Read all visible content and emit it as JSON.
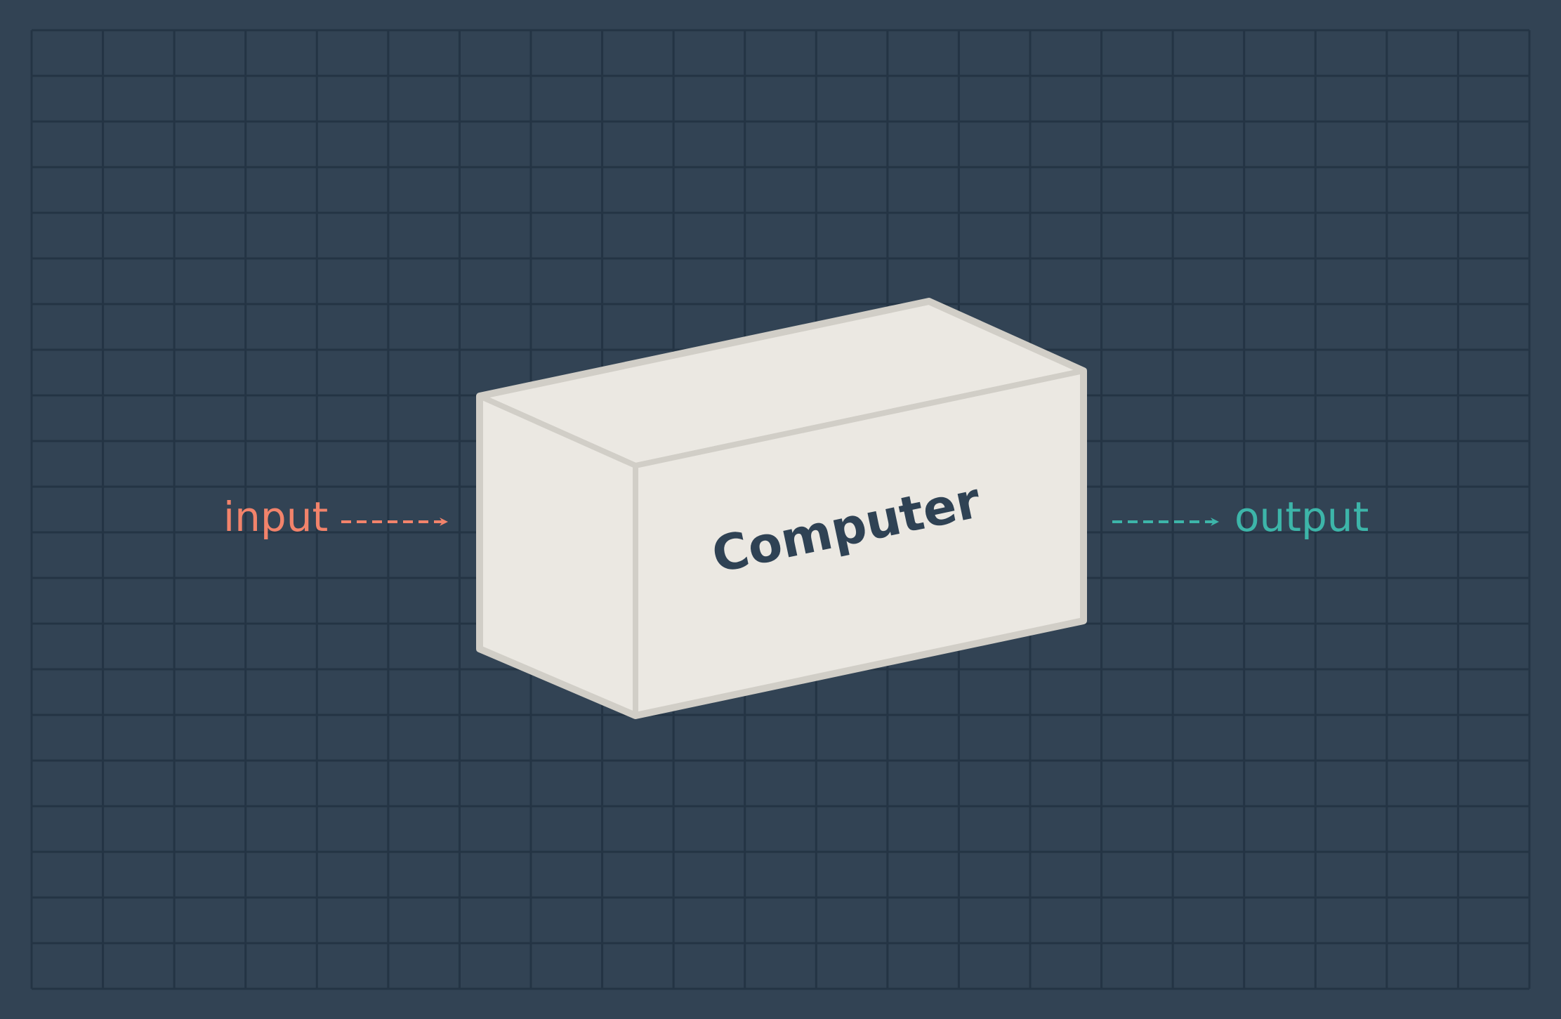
{
  "diagram": {
    "input_label": "input",
    "output_label": "output",
    "box_label": "Computer"
  },
  "colors": {
    "background": "#324354",
    "grid_line": "#243444",
    "input_accent": "#f2836b",
    "output_accent": "#3db5a9",
    "box_face": "#ebe8e2",
    "box_edge": "#d1cec7",
    "box_text": "#2f4254"
  }
}
